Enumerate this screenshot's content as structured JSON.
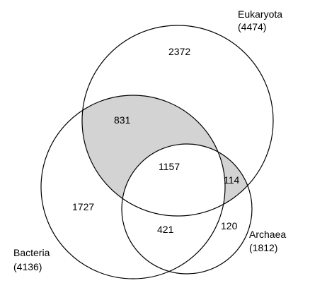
{
  "sets": [
    {
      "id": "eukaryota",
      "name": "Eukaryota",
      "total": "(4474)"
    },
    {
      "id": "bacteria",
      "name": "Bacteria",
      "total": "(4136)"
    },
    {
      "id": "archaea",
      "name": "Archaea",
      "total": "(1812)"
    }
  ],
  "regions": {
    "eukaryota_only": "2372",
    "eukaryota_bacteria": "831",
    "all_three": "1157",
    "eukaryota_archaea": "114",
    "bacteria_only": "1727",
    "bacteria_archaea": "421",
    "archaea_only": "120"
  },
  "colors": {
    "highlight_fill": "#d3d3d3",
    "outline": "#000000",
    "background": "#ffffff"
  }
}
